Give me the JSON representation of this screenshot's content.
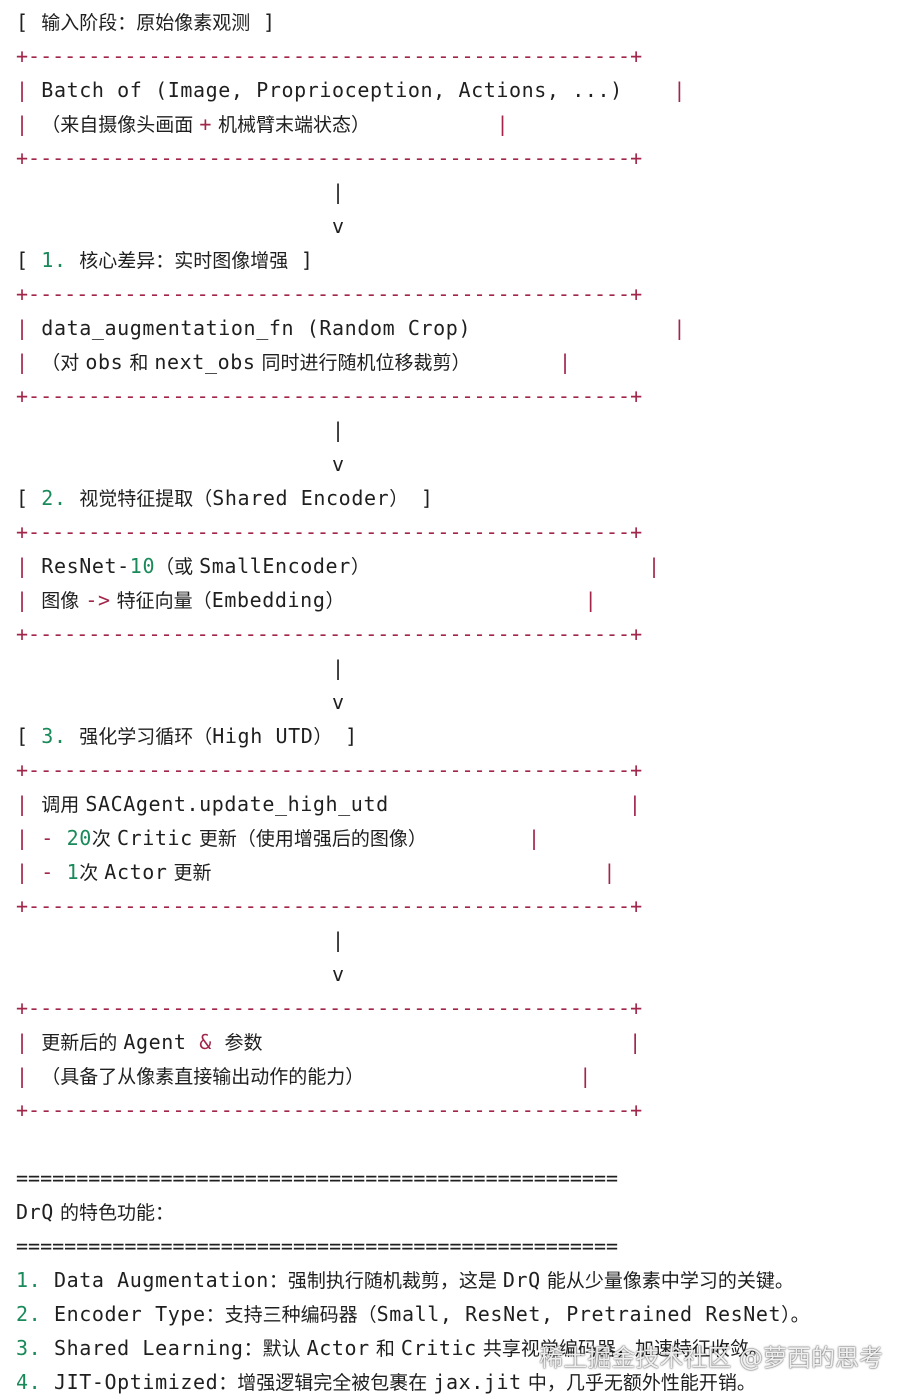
{
  "lines": [
    {
      "segments": [
        {
          "t": "[ ",
          "c": "plain"
        },
        {
          "t": "输入阶段：原始像素观测",
          "c": "cjk"
        },
        {
          "t": " ]",
          "c": "plain"
        }
      ]
    },
    {
      "segments": [
        {
          "t": "+--------------------------------------------------+",
          "c": "dash"
        }
      ]
    },
    {
      "segments": [
        {
          "t": "| ",
          "c": "pipe"
        },
        {
          "t": "Batch of (Image, Proprioception, Actions, ...)",
          "c": "plain"
        },
        {
          "t": "    |",
          "c": "pipe"
        }
      ]
    },
    {
      "segments": [
        {
          "t": "| ",
          "c": "pipe"
        },
        {
          "t": "（来自摄像头画面 ",
          "c": "cjk"
        },
        {
          "t": "+",
          "c": "op"
        },
        {
          "t": " 机械臂末端状态）",
          "c": "cjk"
        },
        {
          "t": "          |",
          "c": "pipe"
        }
      ]
    },
    {
      "segments": [
        {
          "t": "+--------------------------------------------------+",
          "c": "dash"
        }
      ]
    },
    {
      "segments": [
        {
          "t": "                         |",
          "c": "plain"
        }
      ]
    },
    {
      "segments": [
        {
          "t": "                         v",
          "c": "plain"
        }
      ]
    },
    {
      "segments": [
        {
          "t": "[ ",
          "c": "plain"
        },
        {
          "t": "1.",
          "c": "num"
        },
        {
          "t": " ",
          "c": "plain"
        },
        {
          "t": "核心差异：实时图像增强",
          "c": "cjk"
        },
        {
          "t": " ]",
          "c": "plain"
        }
      ]
    },
    {
      "segments": [
        {
          "t": "+--------------------------------------------------+",
          "c": "dash"
        }
      ]
    },
    {
      "segments": [
        {
          "t": "| ",
          "c": "pipe"
        },
        {
          "t": "data_augmentation_fn (Random Crop)",
          "c": "plain"
        },
        {
          "t": "                |",
          "c": "pipe"
        }
      ]
    },
    {
      "segments": [
        {
          "t": "| ",
          "c": "pipe"
        },
        {
          "t": "（对 ",
          "c": "cjk"
        },
        {
          "t": "obs",
          "c": "plain"
        },
        {
          "t": " 和 ",
          "c": "cjk"
        },
        {
          "t": "next_obs",
          "c": "plain"
        },
        {
          "t": " 同时进行随机位移裁剪）",
          "c": "cjk"
        },
        {
          "t": "       |",
          "c": "pipe"
        }
      ]
    },
    {
      "segments": [
        {
          "t": "+--------------------------------------------------+",
          "c": "dash"
        }
      ]
    },
    {
      "segments": [
        {
          "t": "                         |",
          "c": "plain"
        }
      ]
    },
    {
      "segments": [
        {
          "t": "                         v",
          "c": "plain"
        }
      ]
    },
    {
      "segments": [
        {
          "t": "[ ",
          "c": "plain"
        },
        {
          "t": "2.",
          "c": "num"
        },
        {
          "t": " ",
          "c": "plain"
        },
        {
          "t": "视觉特征提取（",
          "c": "cjk"
        },
        {
          "t": "Shared Encoder",
          "c": "plain"
        },
        {
          "t": "）",
          "c": "cjk"
        },
        {
          "t": " ]",
          "c": "plain"
        }
      ]
    },
    {
      "segments": [
        {
          "t": "+--------------------------------------------------+",
          "c": "dash"
        }
      ]
    },
    {
      "segments": [
        {
          "t": "| ",
          "c": "pipe"
        },
        {
          "t": "ResNet-",
          "c": "plain"
        },
        {
          "t": "10",
          "c": "num"
        },
        {
          "t": "（或 ",
          "c": "cjk"
        },
        {
          "t": "SmallEncoder",
          "c": "plain"
        },
        {
          "t": "）",
          "c": "cjk"
        },
        {
          "t": "                      |",
          "c": "pipe"
        }
      ]
    },
    {
      "segments": [
        {
          "t": "| ",
          "c": "pipe"
        },
        {
          "t": "图像 ",
          "c": "cjk"
        },
        {
          "t": "->",
          "c": "op"
        },
        {
          "t": " 特征向量（",
          "c": "cjk"
        },
        {
          "t": "Embedding",
          "c": "plain"
        },
        {
          "t": "）",
          "c": "cjk"
        },
        {
          "t": "                   |",
          "c": "pipe"
        }
      ]
    },
    {
      "segments": [
        {
          "t": "+--------------------------------------------------+",
          "c": "dash"
        }
      ]
    },
    {
      "segments": [
        {
          "t": "                         |",
          "c": "plain"
        }
      ]
    },
    {
      "segments": [
        {
          "t": "                         v",
          "c": "plain"
        }
      ]
    },
    {
      "segments": [
        {
          "t": "[ ",
          "c": "plain"
        },
        {
          "t": "3.",
          "c": "num"
        },
        {
          "t": " ",
          "c": "plain"
        },
        {
          "t": "强化学习循环（",
          "c": "cjk"
        },
        {
          "t": "High UTD",
          "c": "plain"
        },
        {
          "t": "）",
          "c": "cjk"
        },
        {
          "t": " ]",
          "c": "plain"
        }
      ]
    },
    {
      "segments": [
        {
          "t": "+--------------------------------------------------+",
          "c": "dash"
        }
      ]
    },
    {
      "segments": [
        {
          "t": "| ",
          "c": "pipe"
        },
        {
          "t": "调用 ",
          "c": "cjk"
        },
        {
          "t": "SACAgent.update_high_utd",
          "c": "plain"
        },
        {
          "t": "                   |",
          "c": "pipe"
        }
      ]
    },
    {
      "segments": [
        {
          "t": "| ",
          "c": "pipe"
        },
        {
          "t": "- ",
          "c": "op"
        },
        {
          "t": "20",
          "c": "num"
        },
        {
          "t": "次 ",
          "c": "cjk"
        },
        {
          "t": "Critic",
          "c": "plain"
        },
        {
          "t": " 更新（使用增强后的图像）",
          "c": "cjk"
        },
        {
          "t": "        |",
          "c": "pipe"
        }
      ]
    },
    {
      "segments": [
        {
          "t": "| ",
          "c": "pipe"
        },
        {
          "t": "- ",
          "c": "op"
        },
        {
          "t": "1",
          "c": "num"
        },
        {
          "t": "次 ",
          "c": "cjk"
        },
        {
          "t": "Actor",
          "c": "plain"
        },
        {
          "t": " 更新",
          "c": "cjk"
        },
        {
          "t": "                               |",
          "c": "pipe"
        }
      ]
    },
    {
      "segments": [
        {
          "t": "+--------------------------------------------------+",
          "c": "dash"
        }
      ]
    },
    {
      "segments": [
        {
          "t": "                         |",
          "c": "plain"
        }
      ]
    },
    {
      "segments": [
        {
          "t": "                         v",
          "c": "plain"
        }
      ]
    },
    {
      "segments": [
        {
          "t": "+--------------------------------------------------+",
          "c": "dash"
        }
      ]
    },
    {
      "segments": [
        {
          "t": "| ",
          "c": "pipe"
        },
        {
          "t": "更新后的 ",
          "c": "cjk"
        },
        {
          "t": "Agent",
          "c": "plain"
        },
        {
          "t": " & ",
          "c": "op"
        },
        {
          "t": "参数",
          "c": "cjk"
        },
        {
          "t": "                             |",
          "c": "pipe"
        }
      ]
    },
    {
      "segments": [
        {
          "t": "| ",
          "c": "pipe"
        },
        {
          "t": "（具备了从像素直接输出动作的能力）",
          "c": "cjk"
        },
        {
          "t": "                 |",
          "c": "pipe"
        }
      ]
    },
    {
      "segments": [
        {
          "t": "+--------------------------------------------------+",
          "c": "dash"
        }
      ]
    },
    {
      "segments": [
        {
          "t": "",
          "c": "plain"
        }
      ]
    },
    {
      "segments": [
        {
          "t": "==================================================",
          "c": "eq"
        }
      ]
    },
    {
      "segments": [
        {
          "t": "DrQ",
          "c": "plain"
        },
        {
          "t": " 的特色功能：",
          "c": "cjk"
        }
      ]
    },
    {
      "segments": [
        {
          "t": "==================================================",
          "c": "eq"
        }
      ]
    },
    {
      "segments": [
        {
          "t": "1.",
          "c": "num"
        },
        {
          "t": " Data Augmentation",
          "c": "plain"
        },
        {
          "t": "：强制执行随机裁剪，这是 ",
          "c": "cjk"
        },
        {
          "t": "DrQ",
          "c": "plain"
        },
        {
          "t": " 能从少量像素中学习的关键。",
          "c": "cjk"
        }
      ]
    },
    {
      "segments": [
        {
          "t": "2.",
          "c": "num"
        },
        {
          "t": " Encoder Type",
          "c": "plain"
        },
        {
          "t": "：支持三种编码器（",
          "c": "cjk"
        },
        {
          "t": "Small, ResNet, Pretrained ResNet",
          "c": "plain"
        },
        {
          "t": "）。",
          "c": "cjk"
        }
      ]
    },
    {
      "segments": [
        {
          "t": "3.",
          "c": "num"
        },
        {
          "t": " Shared Learning",
          "c": "plain"
        },
        {
          "t": "：默认 ",
          "c": "cjk"
        },
        {
          "t": "Actor",
          "c": "plain"
        },
        {
          "t": " 和 ",
          "c": "cjk"
        },
        {
          "t": "Critic",
          "c": "plain"
        },
        {
          "t": " 共享视觉编码器，加速特征收敛。",
          "c": "cjk"
        }
      ]
    },
    {
      "segments": [
        {
          "t": "4.",
          "c": "num"
        },
        {
          "t": " JIT-Optimized",
          "c": "plain"
        },
        {
          "t": "：增强逻辑完全被包裹在 ",
          "c": "cjk"
        },
        {
          "t": "jax.jit",
          "c": "plain"
        },
        {
          "t": " 中，几乎无额外性能开销。",
          "c": "cjk"
        }
      ]
    }
  ],
  "watermark": "稀土掘金技术社区 @萝西的思考"
}
